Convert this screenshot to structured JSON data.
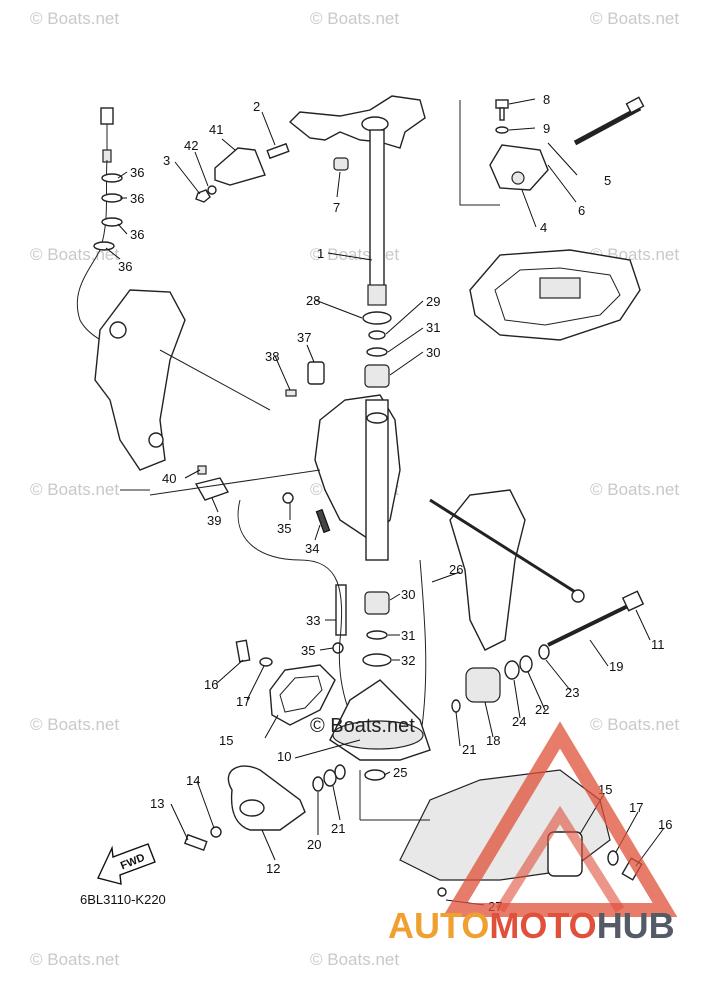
{
  "diagram_code": "6BL3110-K220",
  "fwd_label": "FWD",
  "watermark_text": "© Boats.net",
  "center_watermark_text": "© Boats.net",
  "logo": {
    "part1": "AUTO",
    "part2": "MOTO",
    "part3": "HUB"
  },
  "colors": {
    "logo_orange": "#f0a030",
    "logo_red": "#e0503a",
    "logo_gray": "#555b66",
    "watermark_gray": "#c9c9c9"
  },
  "part_labels": [
    {
      "id": "l1",
      "text": "1"
    },
    {
      "id": "l2",
      "text": "2"
    },
    {
      "id": "l3",
      "text": "3"
    },
    {
      "id": "l4",
      "text": "4"
    },
    {
      "id": "l5",
      "text": "5"
    },
    {
      "id": "l6",
      "text": "6"
    },
    {
      "id": "l7",
      "text": "7"
    },
    {
      "id": "l8",
      "text": "8"
    },
    {
      "id": "l9",
      "text": "9"
    },
    {
      "id": "l10",
      "text": "10"
    },
    {
      "id": "l11",
      "text": "11"
    },
    {
      "id": "l12",
      "text": "12"
    },
    {
      "id": "l13",
      "text": "13"
    },
    {
      "id": "l14",
      "text": "14"
    },
    {
      "id": "l15a",
      "text": "15"
    },
    {
      "id": "l15b",
      "text": "15"
    },
    {
      "id": "l16a",
      "text": "16"
    },
    {
      "id": "l16b",
      "text": "16"
    },
    {
      "id": "l17a",
      "text": "17"
    },
    {
      "id": "l17b",
      "text": "17"
    },
    {
      "id": "l18",
      "text": "18"
    },
    {
      "id": "l19",
      "text": "19"
    },
    {
      "id": "l20",
      "text": "20"
    },
    {
      "id": "l21a",
      "text": "21"
    },
    {
      "id": "l21b",
      "text": "21"
    },
    {
      "id": "l22",
      "text": "22"
    },
    {
      "id": "l23",
      "text": "23"
    },
    {
      "id": "l24",
      "text": "24"
    },
    {
      "id": "l25",
      "text": "25"
    },
    {
      "id": "l26",
      "text": "26"
    },
    {
      "id": "l27",
      "text": "27"
    },
    {
      "id": "l28",
      "text": "28"
    },
    {
      "id": "l29",
      "text": "29"
    },
    {
      "id": "l30a",
      "text": "30"
    },
    {
      "id": "l30b",
      "text": "30"
    },
    {
      "id": "l31a",
      "text": "31"
    },
    {
      "id": "l31b",
      "text": "31"
    },
    {
      "id": "l32",
      "text": "32"
    },
    {
      "id": "l33",
      "text": "33"
    },
    {
      "id": "l34",
      "text": "34"
    },
    {
      "id": "l35a",
      "text": "35"
    },
    {
      "id": "l35b",
      "text": "35"
    },
    {
      "id": "l36a",
      "text": "36"
    },
    {
      "id": "l36b",
      "text": "36"
    },
    {
      "id": "l36c",
      "text": "36"
    },
    {
      "id": "l36d",
      "text": "36"
    },
    {
      "id": "l37",
      "text": "37"
    },
    {
      "id": "l38",
      "text": "38"
    },
    {
      "id": "l39",
      "text": "39"
    },
    {
      "id": "l40",
      "text": "40"
    },
    {
      "id": "l41",
      "text": "41"
    },
    {
      "id": "l42",
      "text": "42"
    }
  ]
}
